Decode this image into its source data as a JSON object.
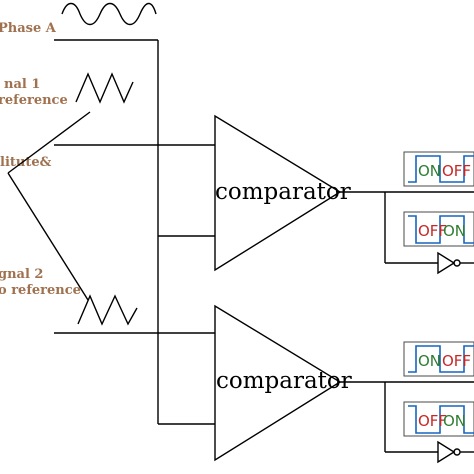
{
  "labels": {
    "phase_a": "Phase A",
    "signal1_line1": "nal 1",
    "signal1_line2": "reference",
    "amplitude": "litute&",
    "signal2_line1": "gnal 2",
    "signal2_line2": "o reference"
  },
  "comparators": [
    {
      "label": "comparator"
    },
    {
      "label": "comparator"
    }
  ],
  "outputs": {
    "on": "ON",
    "off": "OFF"
  }
}
